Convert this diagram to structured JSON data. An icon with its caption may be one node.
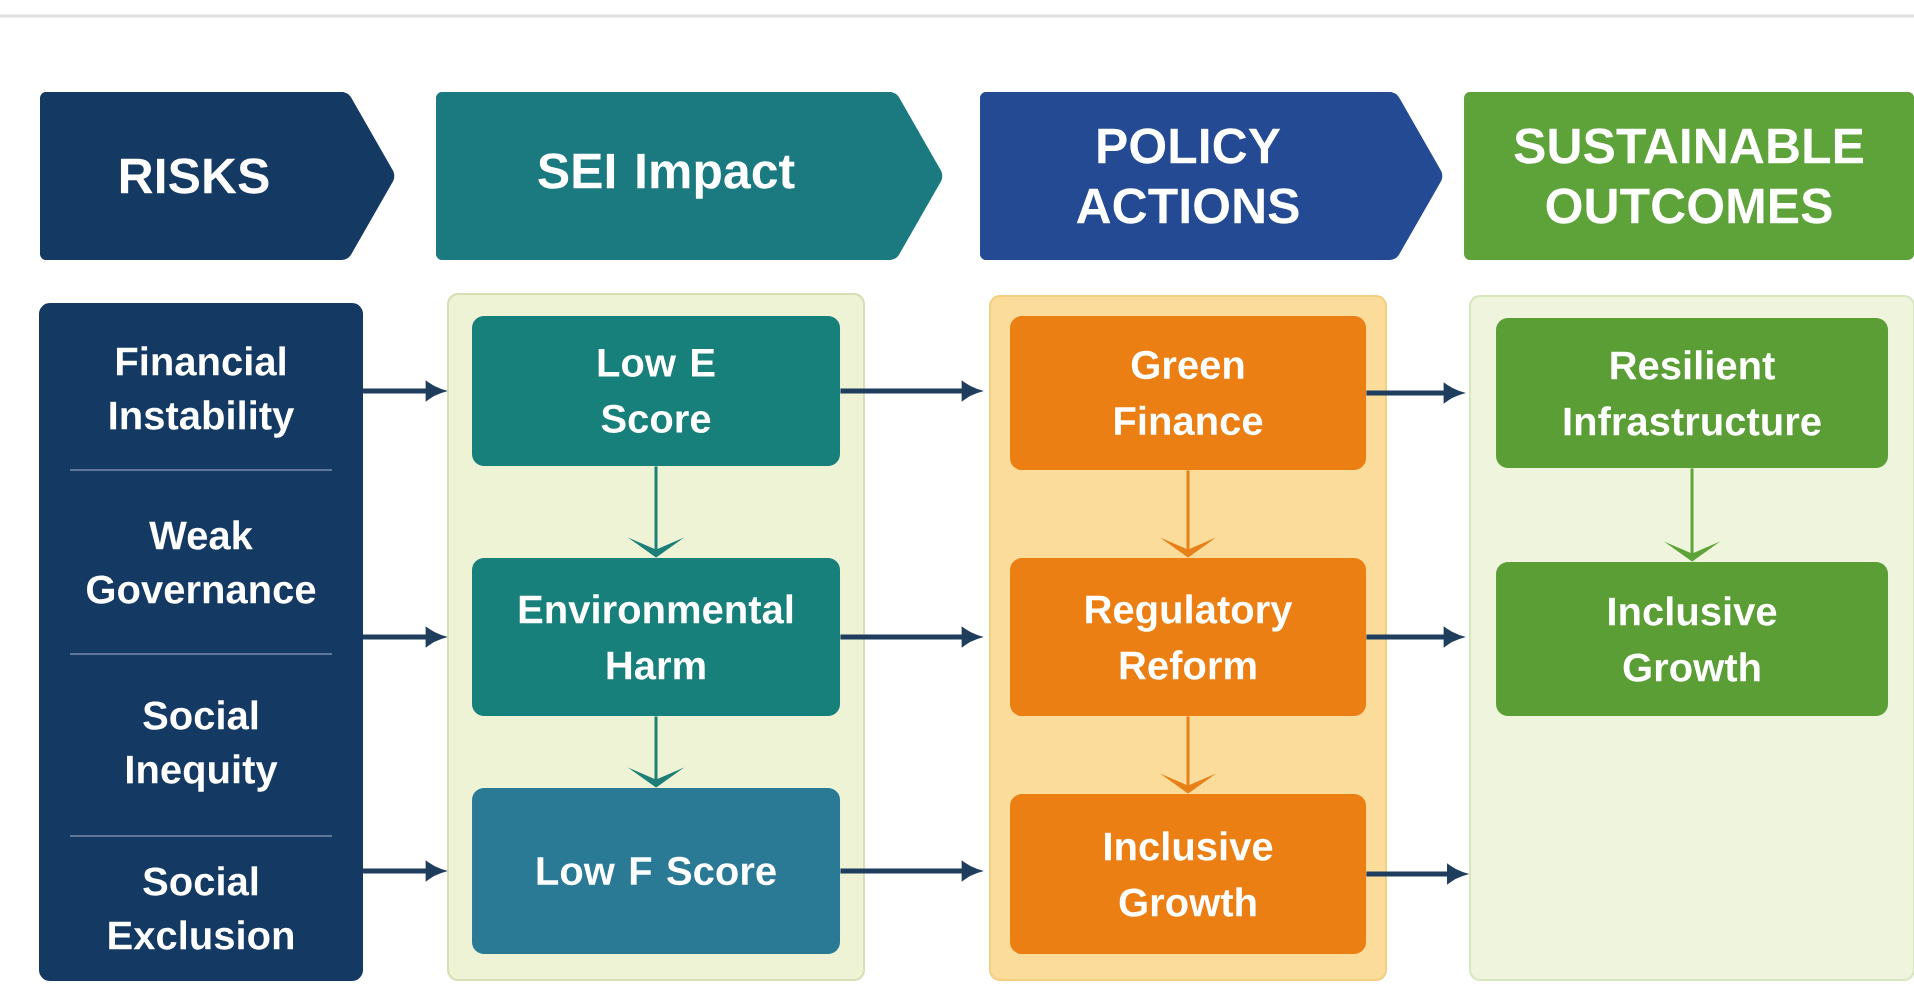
{
  "diagram": {
    "nodes": [
      {
        "text": [
          "RISKS"
        ]
      },
      {
        "text": [
          "SEI Impact"
        ]
      },
      {
        "text": [
          "POLICY ACTIONS"
        ]
      },
      {
        "text": [
          "SUSTAINABLE OUTCOMES"
        ]
      },
      {
        "text": [],
        "shape": "box"
      },
      {
        "text": [
          "Financial Instability"
        ],
        "in": 4
      },
      {
        "text": [
          "Weak Governance"
        ],
        "in": 4
      },
      {
        "text": [
          "Social Inequity"
        ],
        "in": 4
      },
      {
        "text": [
          "Social Exclusion"
        ],
        "in": 4
      },
      {
        "text": [],
        "shape": "box"
      },
      {
        "text": [
          "Low E Score"
        ],
        "in": 9
      },
      {
        "text": [
          "Environmental Harm"
        ],
        "in": 9
      },
      {
        "text": [
          "Low F Score"
        ],
        "in": 9
      },
      {
        "text": [],
        "shape": "box"
      },
      {
        "text": [
          "Green Finance"
        ],
        "in": 13
      },
      {
        "text": [
          "Regulatory Reform"
        ],
        "in": 13
      },
      {
        "text": [
          "Inclusive Growth"
        ],
        "in": 13
      },
      {
        "text": [],
        "shape": "box"
      },
      {
        "text": [
          "Resilient Infrastructure"
        ],
        "in": 17
      },
      {
        "text": [
          "Inclusive Growth"
        ],
        "in": 17
      }
    ],
    "edges": [
      {
        "from": 4,
        "to": 10,
        "arrow": "to"
      },
      {
        "from": 4,
        "to": 11,
        "arrow": "to"
      },
      {
        "from": 4,
        "to": 12,
        "arrow": "to"
      },
      {
        "from": 10,
        "to": 11,
        "arrow": "to",
        "color": "#1d7f78"
      },
      {
        "from": 11,
        "to": 12,
        "arrow": "to",
        "color": "#1d7f78"
      },
      {
        "from": 10,
        "to": 14,
        "arrow": "to"
      },
      {
        "from": 11,
        "to": 15,
        "arrow": "to"
      },
      {
        "from": 12,
        "to": 16,
        "arrow": "to"
      },
      {
        "from": 14,
        "to": 15,
        "arrow": "to",
        "color": "#e8801a"
      },
      {
        "from": 15,
        "to": 16,
        "arrow": "to",
        "color": "#e8801a"
      },
      {
        "from": 14,
        "to": 18,
        "arrow": "to"
      },
      {
        "from": 15,
        "to": 19,
        "arrow": "to"
      },
      {
        "from": 16,
        "to": 17,
        "arrow": "to"
      },
      {
        "from": 18,
        "to": 19,
        "arrow": "to",
        "color": "#5ea33a"
      }
    ]
  }
}
